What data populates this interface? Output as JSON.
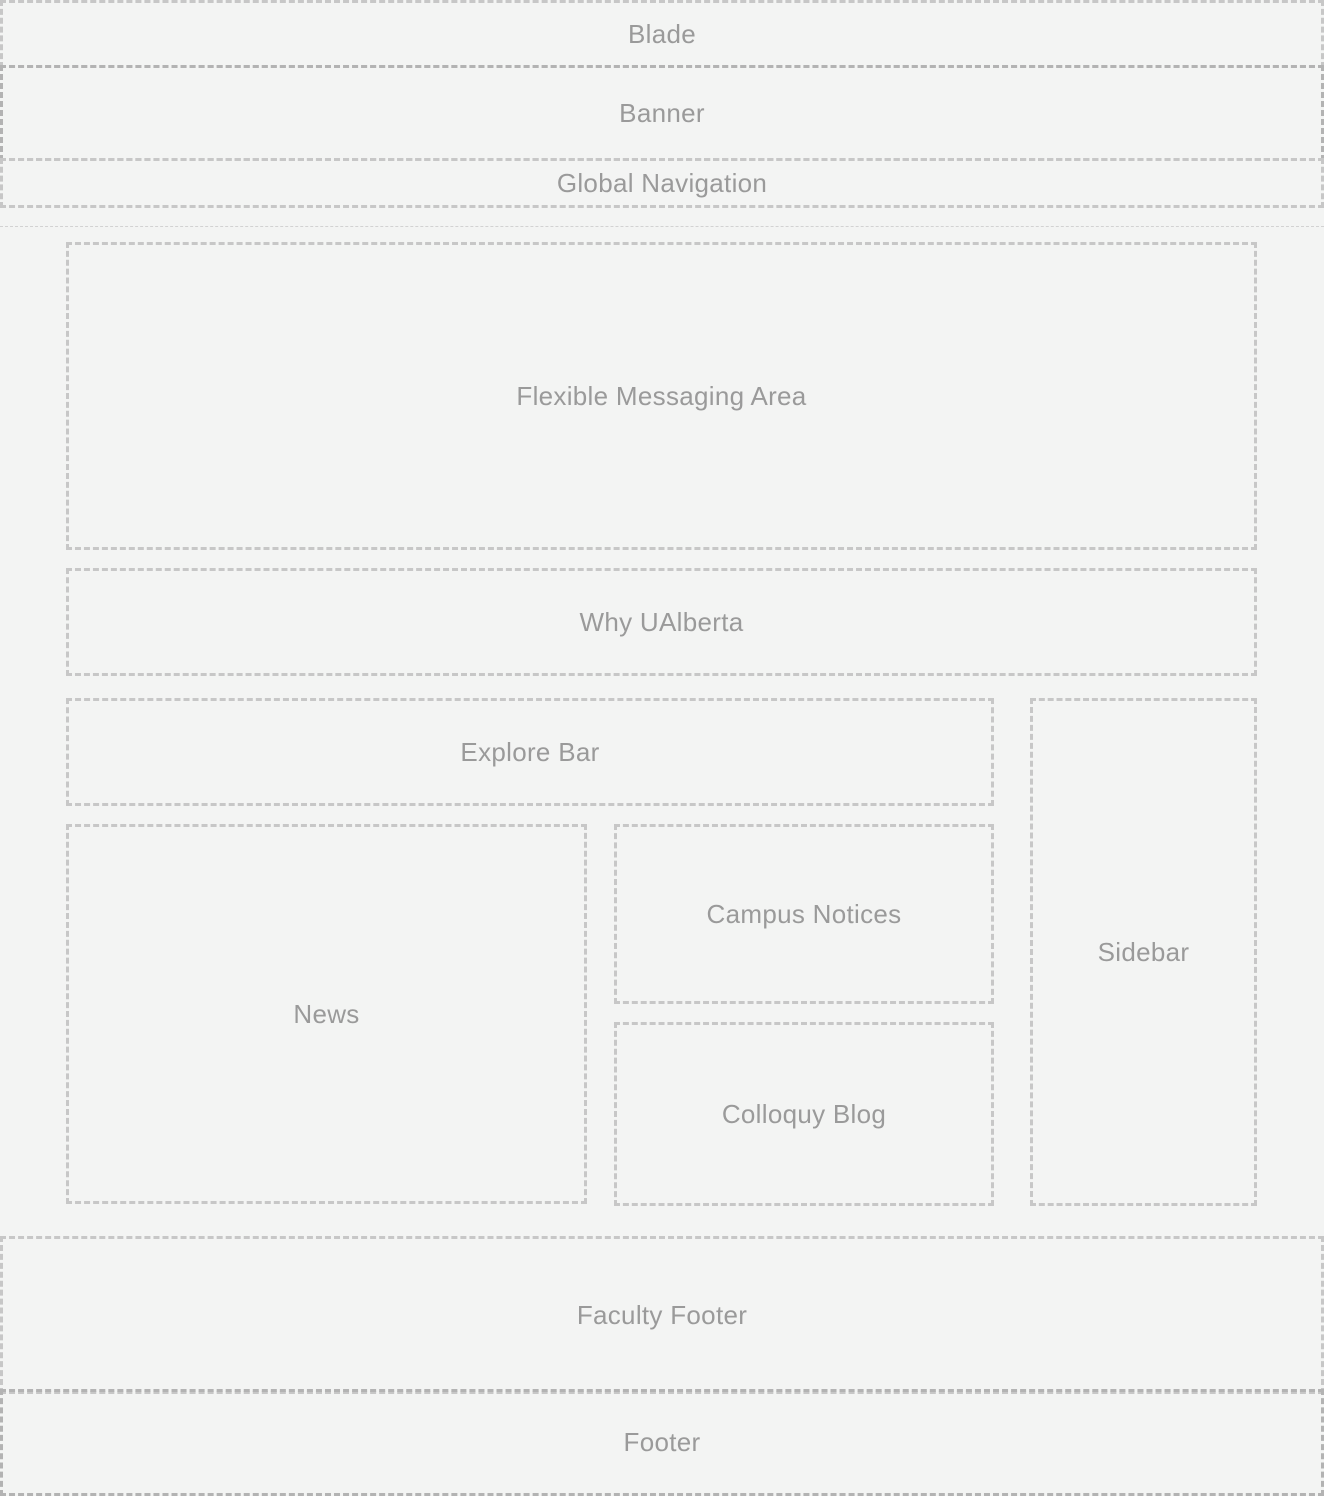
{
  "regions": {
    "blade": "Blade",
    "banner": "Banner",
    "global_navigation": "Global Navigation",
    "flexible_messaging_area": "Flexible Messaging Area",
    "why_ualberta": "Why UAlberta",
    "explore_bar": "Explore Bar",
    "news": "News",
    "campus_notices": "Campus Notices",
    "colloquy_blog": "Colloquy Blog",
    "sidebar": "Sidebar",
    "faculty_footer": "Faculty Footer",
    "footer": "Footer"
  },
  "colors": {
    "background": "#f3f4f3",
    "border": "#c7c7c7",
    "border_strong": "#b3b3b3",
    "label": "#9a9a9a"
  }
}
